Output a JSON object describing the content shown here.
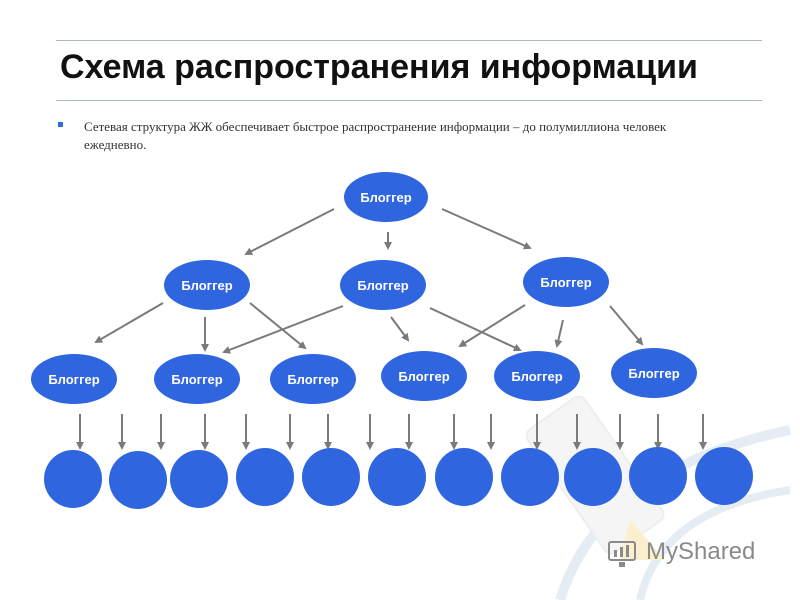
{
  "slide": {
    "title": "Схема распространения информации",
    "body": "Сетевая структура ЖЖ обеспечивает быстрое распространение информации – до полумиллиона человек ежедневно."
  },
  "diagram": {
    "node_label": "Блоггер",
    "colors": {
      "node": "#2f66e0",
      "arrow": "#7a7a7a"
    },
    "tiers": {
      "level1": 1,
      "level2": 3,
      "level3": 6,
      "readers": 11
    }
  },
  "watermark": {
    "text": "MyShared"
  }
}
